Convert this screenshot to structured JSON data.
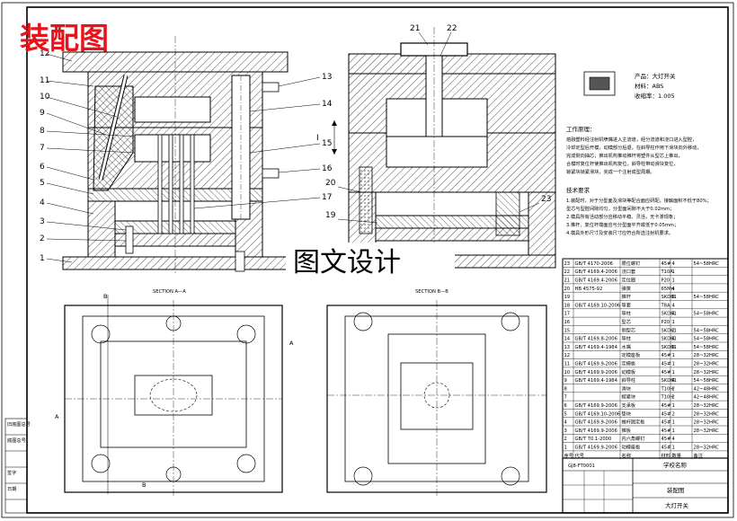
{
  "watermark_title": "装配图",
  "watermark_subtitle": "图文设计",
  "product": {
    "name_label": "产品：大灯开关",
    "material_label": "材料：ABS",
    "shrink_label": "收缩率：1.005"
  },
  "section_labels": {
    "aa": "SECTION A—A",
    "bb": "SECTION B—B",
    "cut_a": "A",
    "cut_b": "B",
    "dim_I": "I"
  },
  "callouts_left": [
    "12",
    "11",
    "10",
    "9",
    "8",
    "7",
    "6",
    "5",
    "4",
    "3",
    "2",
    "1"
  ],
  "callouts_mid": [
    "13",
    "14",
    "15",
    "16",
    "17"
  ],
  "callouts_right": [
    "21",
    "22",
    "20",
    "19",
    "23"
  ],
  "notes": {
    "work_title": "工作原理：",
    "work_lines": [
      "熔融塑料经注射机喷嘴进入主流道，经分流道和浇口进入型腔，",
      "冷却定型后开模，动模部分后退，在斜导柱作用下滑块向外移动，",
      "完成侧向抽芯；推出机构推动推杆将塑件从型芯上推出，",
      "合模时复位杆使推出机构复位，斜导柱带动滑块复位，",
      "锁紧块锁紧滑块，完成一个注射成型周期。"
    ],
    "tech_title": "技术要求",
    "tech_lines": [
      "1.装配时，对于分型面及滑块等配合面应研配，接触面积不低于80%；",
      "  型芯与型腔间隙均匀，分型面间隙不大于0.02mm；",
      "2.模具所有活动部分应移动平稳、灵活，无卡滞现象；",
      "3.推杆、复位杆端面应与分型面平齐或低于0.05mm；",
      "4.模具外形尺寸及安装尺寸应符合所选注射机要求。"
    ]
  },
  "bom": {
    "rows": [
      {
        "no": "23",
        "code": "GB/T 4170-2006",
        "name": "限位螺钉",
        "qty": "4",
        "mat": "45#",
        "remark": "54~58HRC"
      },
      {
        "no": "22",
        "code": "GB/T 4169.4-2006",
        "name": "浇口套",
        "qty": "1",
        "mat": "T10A",
        "remark": ""
      },
      {
        "no": "21",
        "code": "GB/T 4169.4-2006",
        "name": "定位圈",
        "qty": "1",
        "mat": "P20",
        "remark": ""
      },
      {
        "no": "20",
        "code": "HB 4575-92",
        "name": "弹簧",
        "qty": "4",
        "mat": "65Mn",
        "remark": ""
      },
      {
        "no": "19",
        "code": "",
        "name": "推杆",
        "qty": "8",
        "mat": "SKD61",
        "remark": "54~58HRC"
      },
      {
        "no": "18",
        "code": "GB/T 4169.10-2006",
        "name": "导套",
        "qty": "4",
        "mat": "T8A",
        "remark": ""
      },
      {
        "no": "17",
        "code": "",
        "name": "导柱",
        "qty": "4",
        "mat": "SKD61",
        "remark": "54~58HRC"
      },
      {
        "no": "16",
        "code": "",
        "name": "型芯",
        "qty": "1",
        "mat": "P20",
        "remark": ""
      },
      {
        "no": "15",
        "code": "",
        "name": "侧型芯",
        "qty": "2",
        "mat": "SKD61",
        "remark": "54~58HRC"
      },
      {
        "no": "14",
        "code": "GB/T 4169.8-2006",
        "name": "导柱",
        "qty": "4",
        "mat": "SKD61",
        "remark": "54~58HRC"
      },
      {
        "no": "13",
        "code": "GB/T 4169.4-1984",
        "name": "水嘴",
        "qty": "8",
        "mat": "SKD61",
        "remark": "54~58HRC"
      },
      {
        "no": "12",
        "code": "",
        "name": "定模座板",
        "qty": "1",
        "mat": "45#",
        "remark": "28~32HRC"
      },
      {
        "no": "11",
        "code": "GB/T 4169.9-2006",
        "name": "定模板",
        "qty": "1",
        "mat": "45#",
        "remark": "28~32HRC"
      },
      {
        "no": "10",
        "code": "GB/T 4169.9-2006",
        "name": "动模板",
        "qty": "1",
        "mat": "45#",
        "remark": "28~32HRC"
      },
      {
        "no": "9",
        "code": "GB/T 4169.4-1984",
        "name": "斜导柱",
        "qty": "4",
        "mat": "SKD61",
        "remark": "54~58HRC"
      },
      {
        "no": "8",
        "code": "",
        "name": "滑块",
        "qty": "2",
        "mat": "T10H",
        "remark": "42~48HRC"
      },
      {
        "no": "7",
        "code": "",
        "name": "楔紧块",
        "qty": "2",
        "mat": "T10H",
        "remark": "42~48HRC"
      },
      {
        "no": "6",
        "code": "GB/T 4169.9-2006",
        "name": "支承板",
        "qty": "1",
        "mat": "45#",
        "remark": "28~32HRC"
      },
      {
        "no": "5",
        "code": "GB/T 4169.10-2006",
        "name": "垫块",
        "qty": "2",
        "mat": "45#",
        "remark": "28~32HRC"
      },
      {
        "no": "4",
        "code": "GB/T 4169.9-2006",
        "name": "推杆固定板",
        "qty": "1",
        "mat": "45#",
        "remark": "28~32HRC"
      },
      {
        "no": "3",
        "code": "GB/T 4169.9-2006",
        "name": "推板",
        "qty": "1",
        "mat": "45#",
        "remark": "28~32HRC"
      },
      {
        "no": "2",
        "code": "GB/T 70.1-2000",
        "name": "内六角螺钉",
        "qty": "4",
        "mat": "45#",
        "remark": ""
      },
      {
        "no": "1",
        "code": "GB/T 4169.9-2006",
        "name": "动模座板",
        "qty": "1",
        "mat": "45#",
        "remark": "28~32HRC"
      }
    ],
    "headers": [
      "序号",
      "代号",
      "名称",
      "数量",
      "材料",
      "备注"
    ]
  },
  "title_block": {
    "school_label": "学校名称",
    "drawing_name": "装配图",
    "part_name": "大灯开关",
    "drawing_no": "GJ8-FT0001"
  },
  "side_strip": [
    "旧底图总号",
    "底图总号",
    "签字",
    "日期"
  ]
}
